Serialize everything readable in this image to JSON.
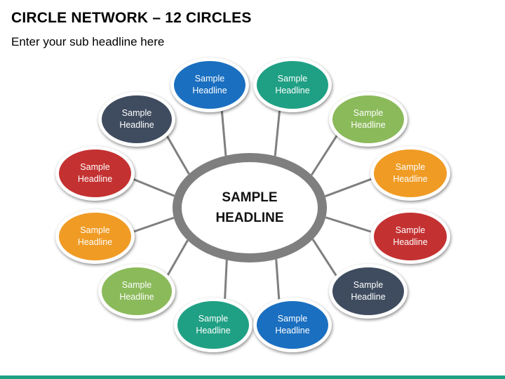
{
  "header": {
    "title": "CIRCLE NETWORK – 12 CIRCLES",
    "subtitle": "Enter your sub headline here"
  },
  "center": {
    "label": "SAMPLE\nHEADLINE"
  },
  "nodes": [
    {
      "label": "Sample\nHeadline",
      "color": "#1a6fc0"
    },
    {
      "label": "Sample\nHeadline",
      "color": "#1fa084"
    },
    {
      "label": "Sample\nHeadline",
      "color": "#3f4c5f"
    },
    {
      "label": "Sample\nHeadline",
      "color": "#8bba5a"
    },
    {
      "label": "Sample\nHeadline",
      "color": "#c43131"
    },
    {
      "label": "Sample\nHeadline",
      "color": "#f09b24"
    },
    {
      "label": "Sample\nHeadline",
      "color": "#f09b24"
    },
    {
      "label": "Sample\nHeadline",
      "color": "#c43131"
    },
    {
      "label": "Sample\nHeadline",
      "color": "#8bba5a"
    },
    {
      "label": "Sample\nHeadline",
      "color": "#3f4c5f"
    },
    {
      "label": "Sample\nHeadline",
      "color": "#1fa084"
    },
    {
      "label": "Sample\nHeadline",
      "color": "#1a6fc0"
    }
  ],
  "colors": {
    "connector": "#7f7f7f",
    "bottom_bar": "#1fa084"
  }
}
